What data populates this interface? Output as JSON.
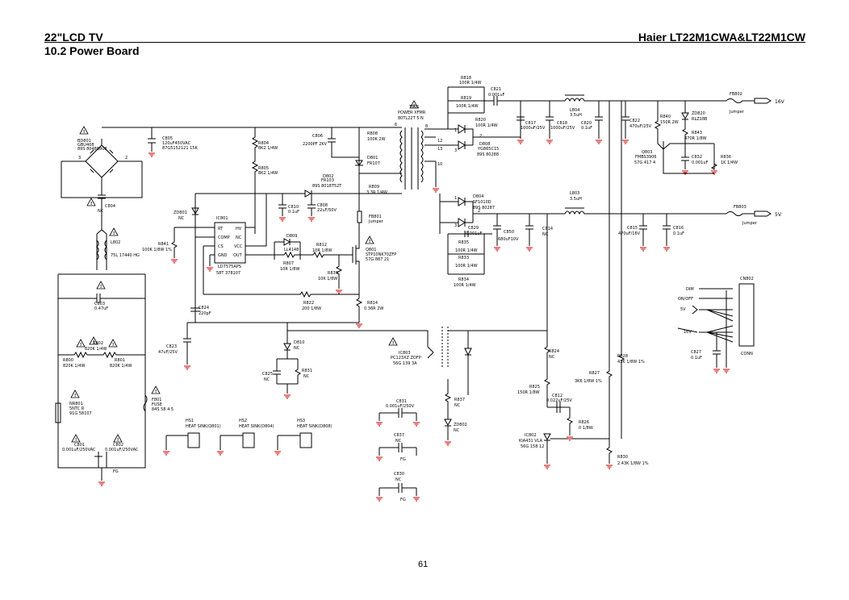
{
  "header": {
    "left": "22\"LCD TV",
    "right": "Haier LT22M1CWA&LT22M1CW",
    "sub": "10.2 Power Board"
  },
  "page_number": "61",
  "labels": {
    "bd801": "BD801",
    "bd801_part": "GBU408",
    "bd801_code": "89S 80488808",
    "c805": "C805",
    "c805_val": "120uF450VAC",
    "c805_code": "87G5152121 15K",
    "c804": "C804",
    "c804_val": "NC",
    "l802": "L802",
    "l802_val": "75L 17440 HG",
    "c803": "C803",
    "c803_val": "0.47uF",
    "r802": "R802",
    "r802_val": "820K 1/4W",
    "r800": "R800",
    "r800_val": "820K 1/4W",
    "r801": "R801",
    "r801_val": "820K 1/4W",
    "nr801": "NR801",
    "nr801_val": "5NTC R",
    "nr801_code": "91G  58107",
    "f801": "F801",
    "f801_val": "FUSE",
    "f801_code": "84S 58 4 5",
    "c801": "C801",
    "c801_val": "0.001uF/250VAC",
    "c802": "C802",
    "c802_val": "0.001uF/250VAC",
    "fg": "FG",
    "t801": "T801",
    "t801_a": "POWER XFMR",
    "t801_b": "80TL22T 5 N",
    "c806": "C806",
    "c806_val": "2200PF 2KV",
    "r808": "R808",
    "r808_val": "100K 2W",
    "d801": "D801",
    "d801_val": "FR107",
    "r804": "R804",
    "r804_val": "8K2 1/4W",
    "r805": "R805",
    "r805_val": "8K2 1/4W",
    "d802": "D802",
    "d802_val": "FR103",
    "d802_code": "89S 8018T52T",
    "r809": "R809",
    "r809_val": "3.3R 1/4W",
    "zd801": "ZD801",
    "zd801_val": "NC",
    "ic801": "IC801",
    "ic801_part": "LD7575APS",
    "ic801_code": "58T 378107",
    "pins": [
      "RT",
      "HV",
      "COMP",
      "NC",
      "CS",
      "VCC",
      "GND",
      "OUT"
    ],
    "r841": "R841",
    "r841_val": "100K 1/8W 1%",
    "c810": "C810",
    "c810_val": "0.1uF",
    "c808": "C808",
    "c808_val": "22uF/50V",
    "fb801": "FB801",
    "fb801_val": "Jumper",
    "d809": "D809",
    "d809_val": "LL4148",
    "r812": "R812",
    "r812_val": "10R 1/8W",
    "r807": "R807",
    "r807_val": "10R 1/8W",
    "r839": "R839",
    "r839_val": "10K 1/8W",
    "q801": "Q801",
    "q801_part": "STP10NK70ZFP",
    "q801_code": "57G 887 21",
    "r822": "R822",
    "r822_val": "200 1/8W",
    "r814": "R814",
    "r814_val": "0.36R 2W",
    "c824": "C824",
    "c824_val": "220pF",
    "c823": "C823",
    "c823_val": "47uF/25V",
    "d810": "D810",
    "d810_val": "NC",
    "c825": "C825",
    "c825_val": "NC",
    "r831": "R831",
    "r831_val": "NC",
    "ic803": "IC803",
    "ic803_part": "PC123XZ ZOFP",
    "ic803_code": "56G 139 3A",
    "r837": "R837",
    "r837_val": "NC",
    "zd802": "ZD802",
    "zd802_val": "NC",
    "c831": "C831",
    "c831_val": "0.001uF/250V",
    "c837": "C837",
    "c837_val": "NC",
    "c830": "C830",
    "c830_val": "NC",
    "hs1": "HS1",
    "hs1_val": "HEAT SINK(Q801)",
    "hs2": "HS2",
    "hs2_val": "HEAT SINK(D804)",
    "hs3": "HS3",
    "hs3_val": "HEAT SINK(D808)",
    "r818": "R818",
    "r818_val": "100R 1/4W",
    "r819": "R819",
    "r819_val": "100R 1/4W",
    "r820": "R820",
    "r820_val": "100R 1/4W",
    "c821": "C821",
    "c821_val": "0.001uF",
    "d808": "D808",
    "d808_val": "YG865C15",
    "d808_code": "89S 80288",
    "c817": "C817",
    "c817_val": "1000uF/25V",
    "c818": "C818",
    "c818_val": "1000uF/25V",
    "l804": "L804",
    "l804_val": "3.5uH",
    "c820": "C820",
    "c820_val": "0.1uF",
    "c822": "C822",
    "c822_val": "470uF/25V",
    "r840": "R840",
    "r840_val": "150R 2W",
    "zd820": "ZD820",
    "zd820_val": "RLZ18B",
    "r843": "R843",
    "r843_val": "470R 1/8W",
    "q803": "Q803",
    "q803_part": "FMBS3906",
    "q803_code": "57G 417 4",
    "c832": "C832",
    "c832_val": "0.001uF",
    "r836": "R836",
    "r836_val": "1K 1/4W",
    "fb802": "FB802",
    "fb802_val": "Jumper",
    "out_16v": "16V",
    "d804": "D804",
    "d804_val": "SF1010D",
    "d804_code": "89S 80287",
    "c829": "C829",
    "c829_val": "0.001uF",
    "r835": "R835",
    "r835_val": "100R 1/4W",
    "r833": "R833",
    "r833_val": "100R 1/4W",
    "r834": "R834",
    "r834_val": "100R 1/4W",
    "c850": "C850",
    "c850_val": "680uF10V",
    "c814": "C814",
    "c814_val": "NC",
    "l803": "L803",
    "l803_val": "3.5uH",
    "c815": "C815",
    "c815_val": "470uF/16V",
    "c816": "C816",
    "c816_val": "0.1uF",
    "fb803": "FB803",
    "fb803_val": "Jumper",
    "out_5v": "5V",
    "cn802": "CN802",
    "conn": "CONN",
    "dim": "DIM",
    "onoff": "ON/OFF",
    "v5": "5V",
    "v16": "16V",
    "c827": "C827",
    "c827_val": "0.1uF",
    "r824": "R824",
    "r824_val": "NC",
    "r825": "R825",
    "r825_val": "150R 1/8W",
    "c812": "C812",
    "c812_val": "0.022uF/25V",
    "r826": "R826",
    "r826_val": "0 1/8W",
    "r827": "R827",
    "r827_val": "3K6 1/8W 1%",
    "r828": "R828",
    "r828_val": "43K 1/8W 1%",
    "r830": "R830",
    "r830_val": "2.43K 1/8W 1%",
    "ic802": "IC802",
    "ic802_part": "KIA431 VLA",
    "ic802_code": "56G 158 12"
  }
}
